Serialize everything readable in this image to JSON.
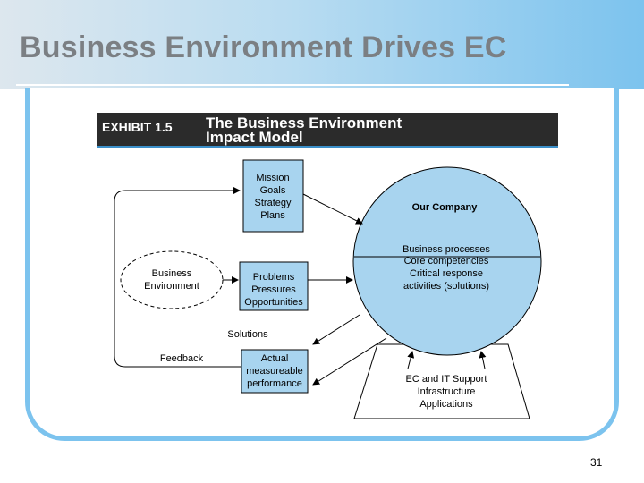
{
  "slide": {
    "title": "Business Environment Drives EC",
    "page_number": "31"
  },
  "exhibit": {
    "label": "EXHIBIT 1.5",
    "title_line1": "The Business Environment",
    "title_line2": "Impact Model"
  },
  "boxes": {
    "mission": [
      "Mission",
      "Goals",
      "Strategy",
      "Plans"
    ],
    "problems": [
      "Problems",
      "Pressures",
      "Opportunities"
    ],
    "performance": [
      "Actual",
      "measureable",
      "performance"
    ]
  },
  "environment": [
    "Business",
    "Environment"
  ],
  "circle": {
    "title": "Our Company",
    "lines": [
      "Business processes",
      "Core competencies",
      "Critical response",
      "activities (solutions)"
    ]
  },
  "support": [
    "EC and IT Support",
    "Infrastructure",
    "Applications"
  ],
  "labels": {
    "solutions": "Solutions",
    "feedback": "Feedback"
  },
  "colors": {
    "box_fill": "#a8d4ef",
    "circle_fill": "#a8d4ef",
    "accent": "#7cc3ee"
  }
}
